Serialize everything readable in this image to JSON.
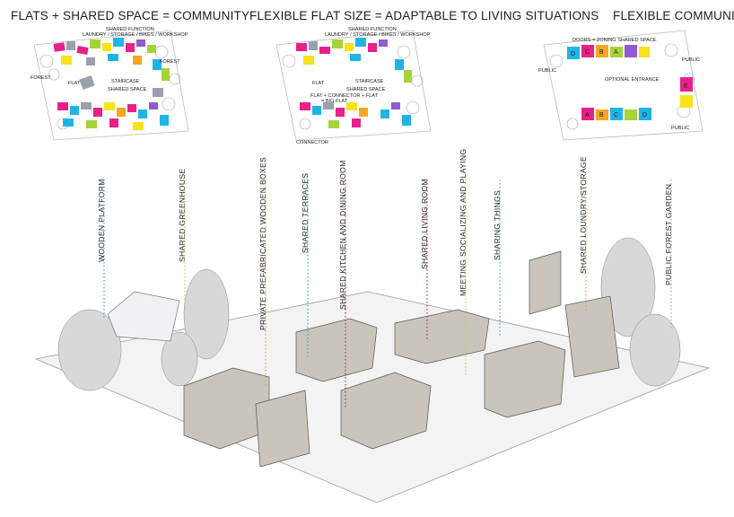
{
  "titles": {
    "left": "FLATS + SHARED SPACE  = COMMUNITY",
    "middle": "FLEXIBLE FLAT SIZE = ADAPTABLE TO LIVING SITUATIONS",
    "right": "FLEXIBLE COMMUNITY"
  },
  "plan_left": {
    "shared_function": "SHARED FUNCTION",
    "shared_function_detail": "LAUNDRY / STORAGE / BIKES / WORKSHOP",
    "forest_a": "FOREST",
    "forest_b": "FOREST",
    "flat": "FLAT",
    "staircase": "STAIRCASE",
    "shared_space": "SHARED SPACE"
  },
  "plan_middle": {
    "shared_function": "SHARED FUNCTION",
    "shared_function_detail": "LAUNDRY / STORAGE / BIKES / WORKSHOP",
    "flat": "FLAT",
    "staircase": "STAIRCASE",
    "shared_space": "SHARED SPACE",
    "flat_connector": "FLAT + CONNECTOR + FLAT",
    "big_flat": "= BIG FLAT",
    "connector": "CONNECTOR"
  },
  "plan_right": {
    "doors_zoning": "DOORS = ZONING SHARED SPACE",
    "public_a": "PUBLIC",
    "public_b": "PUBLIC",
    "public_c": "PUBLIC",
    "optional_entrance": "OPTIONAL ENTRANCE",
    "letters": [
      "D",
      "C",
      "B",
      "A",
      "E",
      "A",
      "B",
      "C",
      "D"
    ]
  },
  "callouts": [
    {
      "text": "WOODEN PLATFORM",
      "color": "#3aa7c9"
    },
    {
      "text": "SHARED GREENHOUSE",
      "color": "#c9d42a"
    },
    {
      "text": "PRIVATE PREFABRICATED WOODEN BOXES",
      "color": "#f0a020"
    },
    {
      "text": "SHARED TERRACES",
      "color": "#3aa7c9"
    },
    {
      "text": "SHARED KITCHEN AND DINING ROOM",
      "color": "#c0206a"
    },
    {
      "text": "SHARED LIVING ROOM",
      "color": "#c0206a"
    },
    {
      "text": "MEETING SOCIALIZING AND PLAYING",
      "color": "#c9d42a"
    },
    {
      "text": "SHARING THINGS",
      "color": "#3aa7c9"
    },
    {
      "text": "SHARED LOUNDRY/STORAGE",
      "color": "#f0a020"
    },
    {
      "text": "PUBLIC FOREST GARDEN",
      "color": "#8cc63f"
    }
  ],
  "palette": {
    "magenta": "#e8208a",
    "cyan": "#1fb4e6",
    "yellow": "#f7e21b",
    "lime": "#a6d33a",
    "orange": "#f5a623",
    "purple": "#8e5bd0",
    "grey": "#9aa0ad",
    "wood": "#b7b2a8"
  }
}
